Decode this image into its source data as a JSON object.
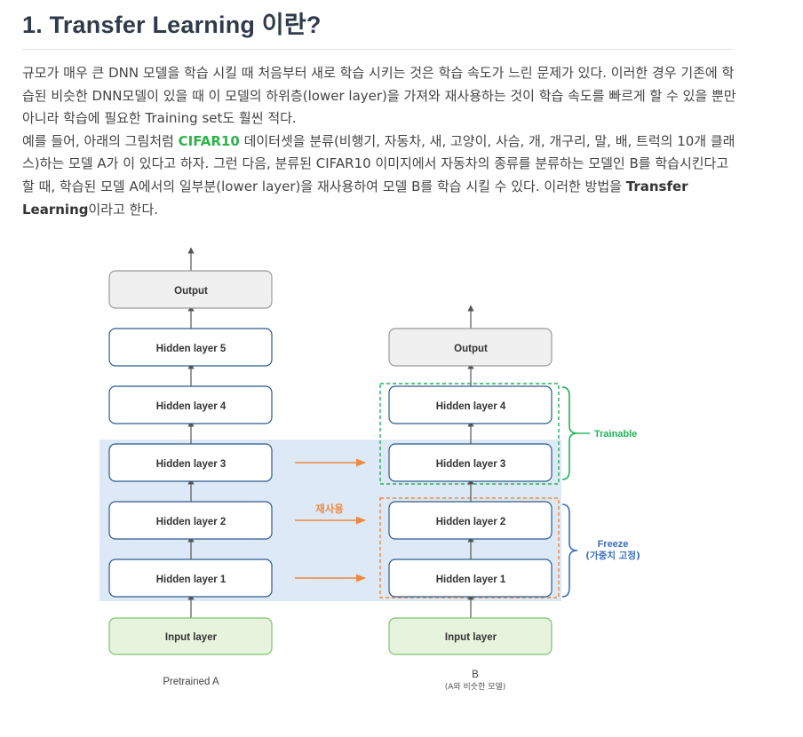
{
  "heading": "1. Transfer Learning 이란?",
  "paragraph1": "규모가 매우 큰 DNN 모델을 학습 시킬 때 처음부터 새로 학습 시키는 것은 학습 속도가 느린 문제가 있다. 이러한 경우 기존에 학습된 비슷한 DNN모델이 있을 때 이 모델의 하위층(lower layer)을 가져와 재사용하는 것이 학습 속도를 빠르게 할 수 있을 뿐만아니라 학습에 필요한 Training set도 훨씬 적다.",
  "paragraph2": {
    "before": "예를 들어, 아래의 그림처럼 ",
    "dataset": "CIFAR10",
    "middle": " 데이터셋을 분류(비행기, 자동차, 새, 고양이, 사슴, 개, 개구리, 말, 배, 트럭의 10개  클래스)하는 모델 A가 이 있다고 하자. 그런 다음, 분류된 CIFAR10 이미지에서 자동차의 종류를 분류하는 모델인 B를 학습시킨다고 할 때, 학습된 모델 A에서의 일부분(lower layer)을 재사용하여 모델 B를 학습 시킬 수 있다. 이러한 방법을 ",
    "term": "Transfer Learning",
    "after": "이라고 한다."
  },
  "diagram": {
    "model_a": {
      "caption": "Pretrained A",
      "layers": [
        "Input layer",
        "Hidden layer 1",
        "Hidden layer 2",
        "Hidden layer 3",
        "Hidden layer 4",
        "Hidden layer 5",
        "Output"
      ]
    },
    "model_b": {
      "caption": "B",
      "subcaption": "(A와 비슷한 모델)",
      "layers": [
        "Input layer",
        "Hidden layer 1",
        "Hidden layer 2",
        "Hidden layer 3",
        "Hidden layer 4",
        "Output"
      ]
    },
    "reuse_label": "재사용",
    "trainable_label": "Trainable",
    "freeze_label": "Freeze",
    "freeze_sublabel": "(가중치 고정)",
    "colors": {
      "layer_border": "#2e5a8c",
      "input_fill": "#e6f4de",
      "input_border": "#7fc271",
      "output_fill": "#f0f0f0",
      "output_border": "#9a9a9a",
      "reuse_region": "#dde9f6",
      "arrow_orange": "#f0883e",
      "trainable_green": "#1fb35a",
      "freeze_blue": "#3a6ec0",
      "edge_grey": "#555555"
    }
  }
}
